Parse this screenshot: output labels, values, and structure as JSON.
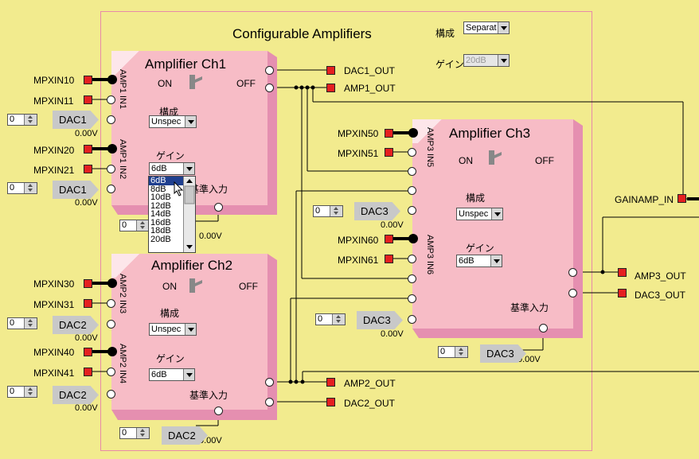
{
  "title": "Configurable Amplifiers",
  "global": {
    "config_label": "構成",
    "config_value": "Separat",
    "gain_label": "ゲイン",
    "gain_value": "20dB"
  },
  "common": {
    "on": "ON",
    "off": "OFF",
    "config_label": "構成",
    "gain_label": "ゲイン",
    "ref_label": "基準入力",
    "spin_value": "0",
    "volt": "0.00V"
  },
  "ch1": {
    "title": "Amplifier Ch1",
    "config": "Unspec",
    "gain": "6dB",
    "in1": "AMP1 IN1",
    "in2": "AMP1 IN2",
    "inputs": [
      "MPXIN10",
      "MPXIN11",
      "MPXIN20",
      "MPXIN21"
    ],
    "dac": "DAC1",
    "outputs": [
      "DAC1_OUT",
      "AMP1_OUT"
    ]
  },
  "ch2": {
    "title": "Amplifier Ch2",
    "config": "Unspec",
    "gain": "6dB",
    "in1": "AMP2 IN3",
    "in2": "AMP2 IN4",
    "inputs": [
      "MPXIN30",
      "MPXIN31",
      "MPXIN40",
      "MPXIN41"
    ],
    "dac": "DAC2",
    "outputs": [
      "AMP2_OUT",
      "DAC2_OUT"
    ]
  },
  "ch3": {
    "title": "Amplifier Ch3",
    "config": "Unspec",
    "gain": "6dB",
    "in1": "AMP3 IN5",
    "in2": "AMP3 IN6",
    "inputs": [
      "MPXIN50",
      "MPXIN51",
      "MPXIN60",
      "MPXIN61"
    ],
    "dac": "DAC3",
    "outputs": [
      "AMP3_OUT",
      "DAC3_OUT"
    ]
  },
  "gainamp": "GAINAMP_IN",
  "gain_options": [
    "6dB",
    "8dB",
    "10dB",
    "12dB",
    "14dB",
    "16dB",
    "18dB",
    "20dB"
  ]
}
